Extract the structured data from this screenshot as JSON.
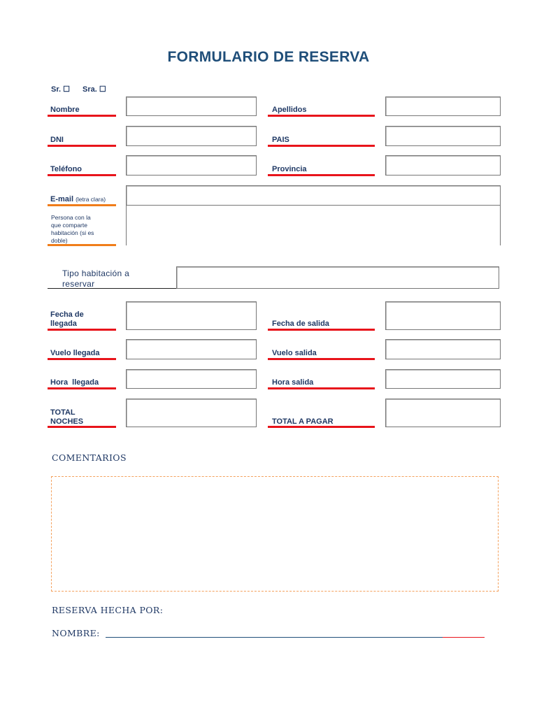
{
  "title": "FORMULARIO DE RESERVA",
  "salutation": {
    "sr": "Sr. ☐",
    "sra": "Sra. ☐"
  },
  "fields": {
    "nombre": "Nombre",
    "apellidos": "Apellidos",
    "dni": "DNI",
    "pais": "PAIS",
    "telefono": "Teléfono",
    "provincia": "Provincia",
    "email": "E-mail",
    "email_note": "(letra clara)",
    "persona_line1": "Persona con la",
    "persona_line2": "que comparte",
    "persona_line3": "habitación (si es",
    "persona_line4": "doble)",
    "tipo_line1": "Tipo habitación a",
    "tipo_line2": "reservar",
    "fecha_llegada_line1": "Fecha de",
    "fecha_llegada_line2": "llegada",
    "fecha_salida": "Fecha de salida",
    "vuelo_llegada": "Vuelo llegada",
    "vuelo_salida": "Vuelo salida",
    "hora_llegada": "Hora  llegada",
    "hora_salida": "Hora salida",
    "total_noches_line1": "TOTAL",
    "total_noches_line2": "NOCHES",
    "total_pagar": "TOTAL A PAGAR"
  },
  "comentarios_label": "COMENTARIOS",
  "reserva_hecha_por": "RESERVA HECHA POR:",
  "nombre_firma": "NOMBRE:",
  "colors": {
    "title": "#1f4e79",
    "label": "#1f3864",
    "underline_red": "#e8141b",
    "underline_orange": "#f07d1a",
    "dashed_border": "#f4a15d"
  }
}
